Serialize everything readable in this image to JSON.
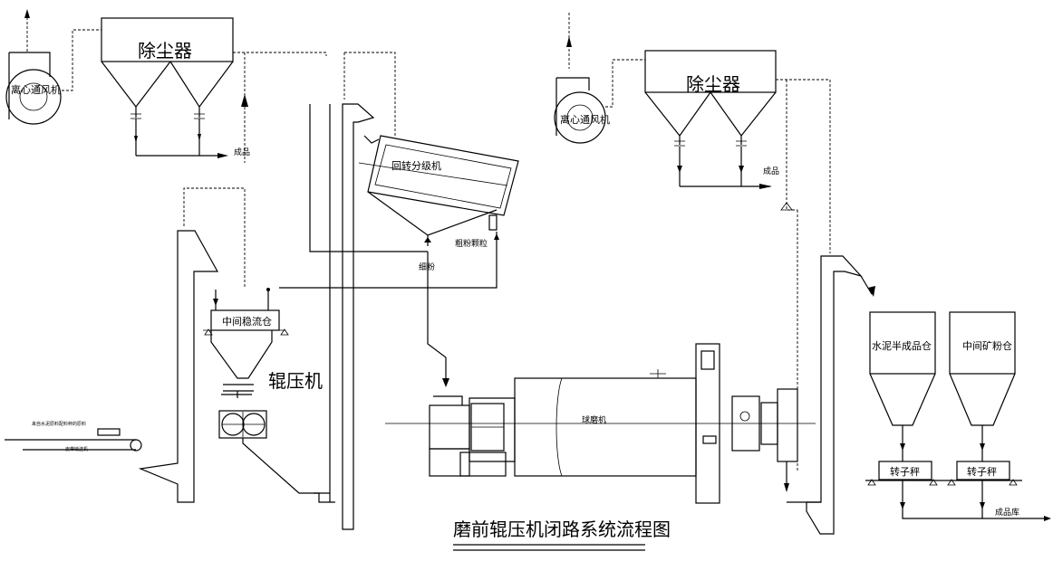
{
  "title": "磨前辊压机闭路系统流程图",
  "labels": {
    "dust_collector_left": "除尘器",
    "dust_collector_right": "除尘器",
    "fan_left": "离心通风机",
    "fan_right": "离心通风机",
    "product_left": "成品",
    "product_right": "成品",
    "rotary_classifier": "回转分级机",
    "coarse_particles": "粗粉颗粒",
    "fine_powder": "细粉",
    "intermediate_bin": "中间稳流仓",
    "roller_press": "辊压机",
    "ball_mill": "球磨机",
    "cement_silo": "水泥半成品仓",
    "slag_silo": "中间矿粉仓",
    "scale_left": "转子秤",
    "scale_right": "转子秤",
    "product_storage": "成品库",
    "feed_note": "来自水泥原料配料秤的原料",
    "belt_conveyor": "皮带输送机"
  }
}
